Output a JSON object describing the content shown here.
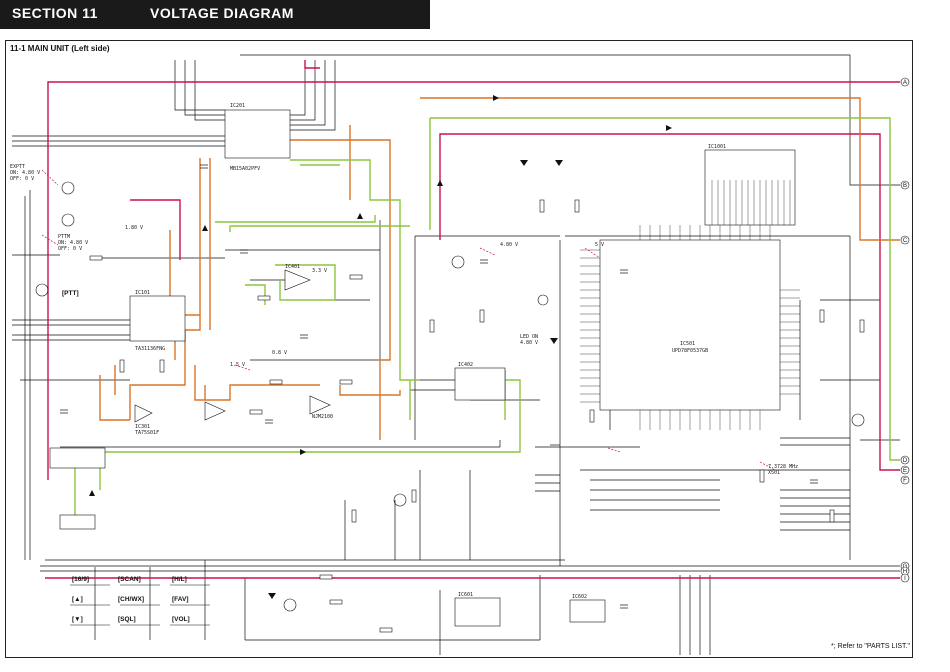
{
  "header": {
    "section": "SECTION 11",
    "title": "VOLTAGE DIAGRAM"
  },
  "subtitle": "11-1 MAIN UNIT (Left side)",
  "footnote": "*; Refer to \"PARTS LIST.\"",
  "connectors": [
    "A",
    "B",
    "C",
    "D",
    "E",
    "F",
    "G",
    "H",
    "I"
  ],
  "line_colors": {
    "red": "#c8144a",
    "green": "#8cc63e",
    "orange": "#d8752a",
    "black": "#111111"
  },
  "chip_labels": {
    "ic_main": "IC501",
    "ic_main_part": "UPD78F0537GB",
    "ic_lcd": "IC1001",
    "ic_mid": "IC401",
    "ic_mid_part": "NJM2100",
    "ic_left": "IC101",
    "ic_left_part": "TA31136FNG",
    "ic_top": "IC201",
    "ic_top_part": "MB15A02PFV",
    "ic_dac": "IC301",
    "ic_dac_part": "TA75S01F",
    "ic_mute": "IC402",
    "ic_bot": "IC601",
    "ic_bot2": "IC602"
  },
  "annotations": {
    "eptt": "EXPTT",
    "eptt_v": "ON: 4.80 V",
    "eptt_v2": "OFF: 0 V",
    "ptt_t": "PTTM",
    "ptt_v": "ON: 4.80 V",
    "ptt_v2": "OFF: 0 V",
    "ptt_btn": "[PTT]",
    "led": "LED ON",
    "led_v": "4.80 V",
    "v1": "1.80 V",
    "v2": "5 V",
    "v3": "4.80 V",
    "v4": "3.3 V",
    "v5": "1.5 V",
    "v6": "0.8 V",
    "clk": "7.3728 MHz",
    "clk_lbl": "X501"
  },
  "keys": [
    {
      "name": "[16/9]"
    },
    {
      "name": "[SCAN]"
    },
    {
      "name": "[H/L]"
    },
    {
      "name": "[▲]"
    },
    {
      "name": "[CH/WX]"
    },
    {
      "name": "[FAV]"
    },
    {
      "name": "[▼]"
    },
    {
      "name": "[SQL]"
    },
    {
      "name": "[VOL]"
    }
  ]
}
